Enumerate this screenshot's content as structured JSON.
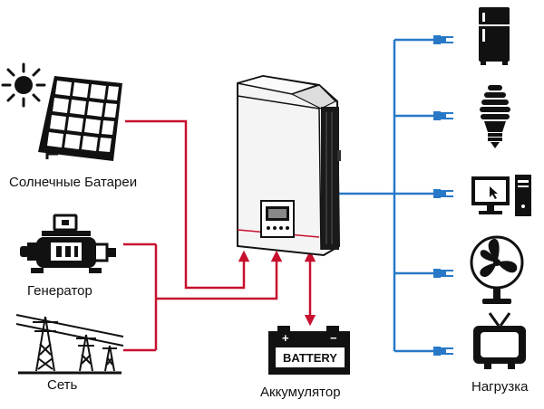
{
  "labels": {
    "solar": "Солнечные Батареи",
    "generator": "Генератор",
    "grid": "Сеть",
    "battery_body": "BATTERY",
    "battery_caption": "Аккумулятор",
    "load": "Нагрузка"
  },
  "colors": {
    "input_lines": "#c8102e",
    "output_lines": "#2878c8",
    "icons": "#111111"
  },
  "icons": [
    "sun-icon",
    "solar-panel-icon",
    "generator-icon",
    "power-tower-icon",
    "inverter-icon",
    "battery-icon",
    "refrigerator-icon",
    "light-bulb-icon",
    "computer-icon",
    "fan-icon",
    "tv-icon",
    "plug-icon"
  ]
}
